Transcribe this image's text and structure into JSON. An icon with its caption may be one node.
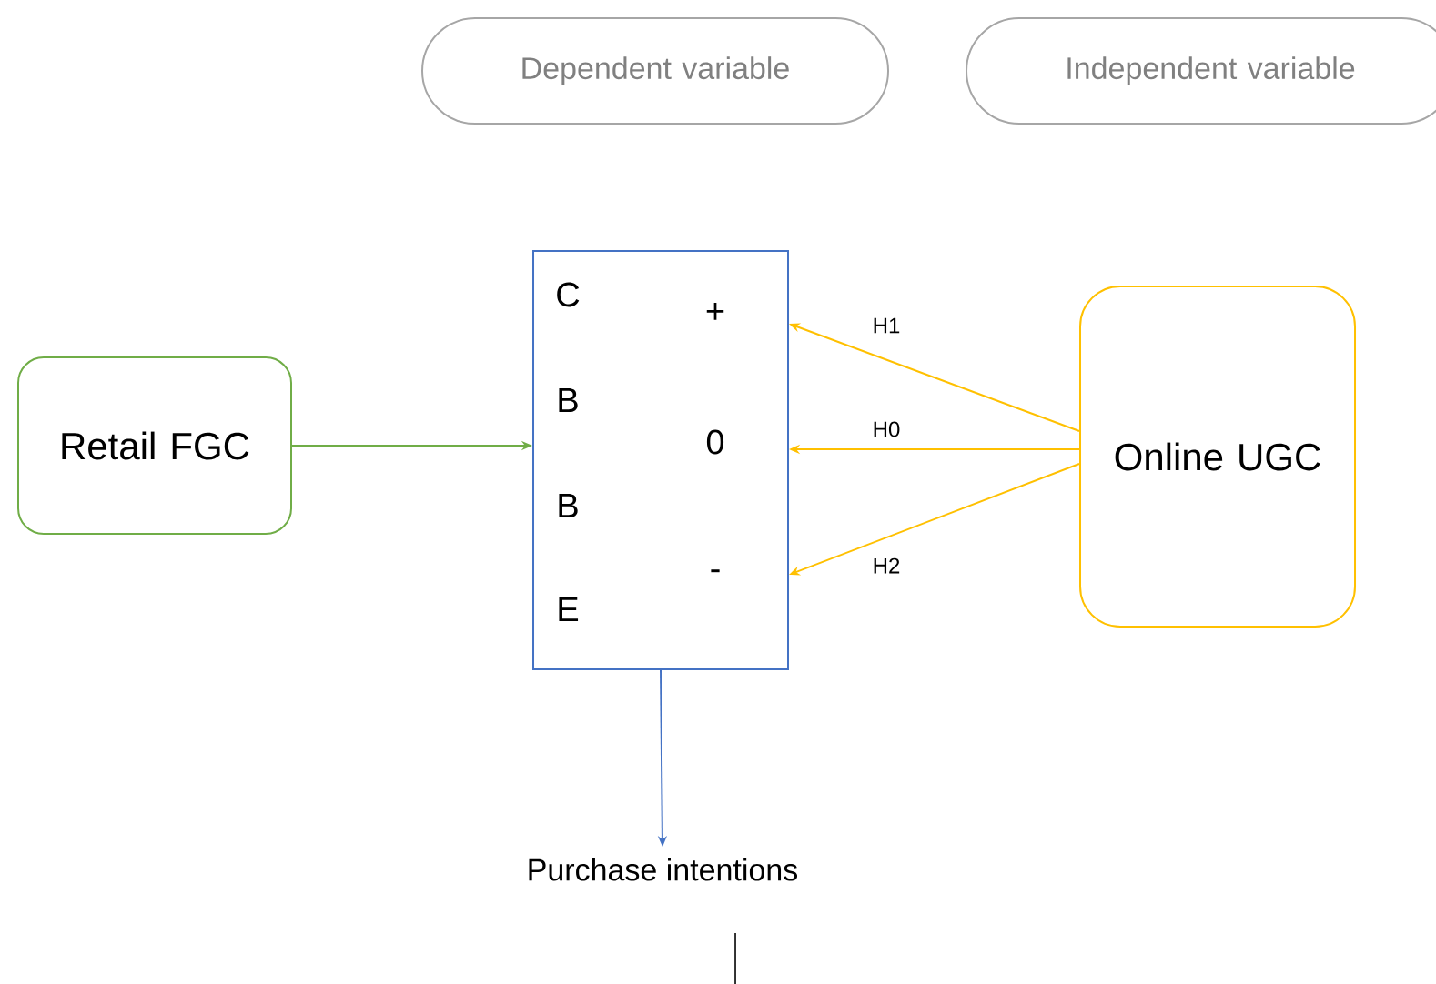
{
  "diagram": {
    "nodes": [
      {
        "text": [
          "Dependent variable"
        ]
      },
      {
        "text": [
          "Independent variable"
        ]
      },
      {
        "text": [
          "Retail FGC"
        ]
      },
      {
        "text": [
          "C",
          "B",
          "B",
          "E",
          "+",
          "0",
          "-"
        ]
      },
      {
        "text": [
          "Online UGC"
        ]
      },
      {
        "text": [
          "Purchase intentions"
        ]
      }
    ],
    "edges": [
      {
        "from": 2,
        "to": 3,
        "arrow": "to",
        "color": "#70ad47"
      },
      {
        "from": 4,
        "to": 3,
        "arrow": "to",
        "label": "H1"
      },
      {
        "from": 4,
        "to": 3,
        "arrow": "to",
        "label": "H0"
      },
      {
        "from": 4,
        "to": 3,
        "arrow": "to",
        "label": "H2"
      },
      {
        "from": 3,
        "to": 5,
        "arrow": "to",
        "color": "#4472c4"
      }
    ]
  }
}
